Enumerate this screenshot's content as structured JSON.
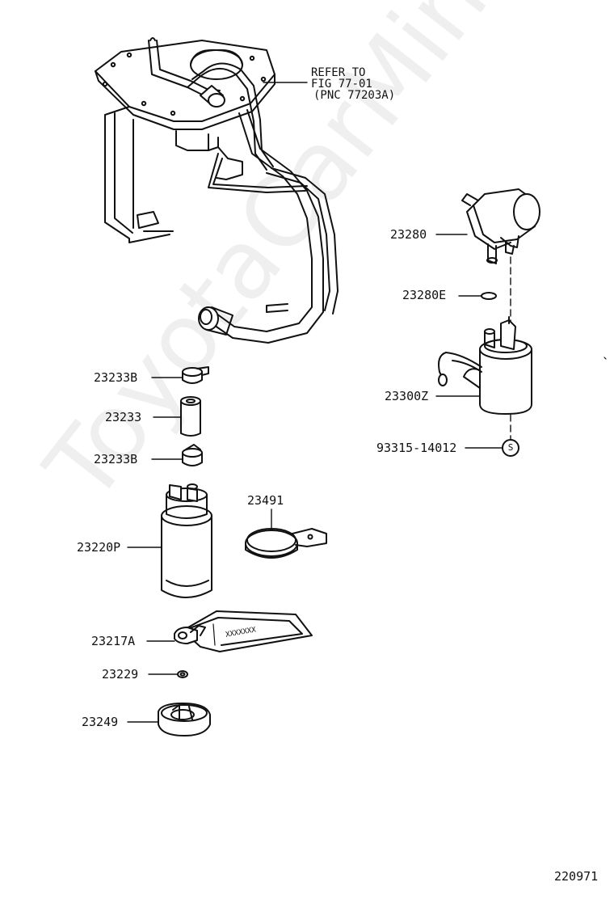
{
  "watermark": "ToyotaCarMine.ru",
  "figure_id": "220971",
  "refer_note": {
    "line1": "REFER TO",
    "line2": "FIG 77-01",
    "line3": "(PNC 77203A)"
  },
  "parts": [
    {
      "id": "p-23280",
      "label": "23280"
    },
    {
      "id": "p-23280E",
      "label": "23280E"
    },
    {
      "id": "p-23300Z",
      "label": "23300Z"
    },
    {
      "id": "p-93315",
      "label": "93315-14012"
    },
    {
      "id": "p-23233B-top",
      "label": "23233B"
    },
    {
      "id": "p-23233",
      "label": "23233"
    },
    {
      "id": "p-23233B-bot",
      "label": "23233B"
    },
    {
      "id": "p-23491",
      "label": "23491"
    },
    {
      "id": "p-23220P",
      "label": "23220P"
    },
    {
      "id": "p-23217A",
      "label": "23217A"
    },
    {
      "id": "p-23229",
      "label": "23229"
    },
    {
      "id": "p-23249",
      "label": "23249"
    }
  ],
  "symbol_s": "S",
  "strainer_text": "XXXXXXX"
}
